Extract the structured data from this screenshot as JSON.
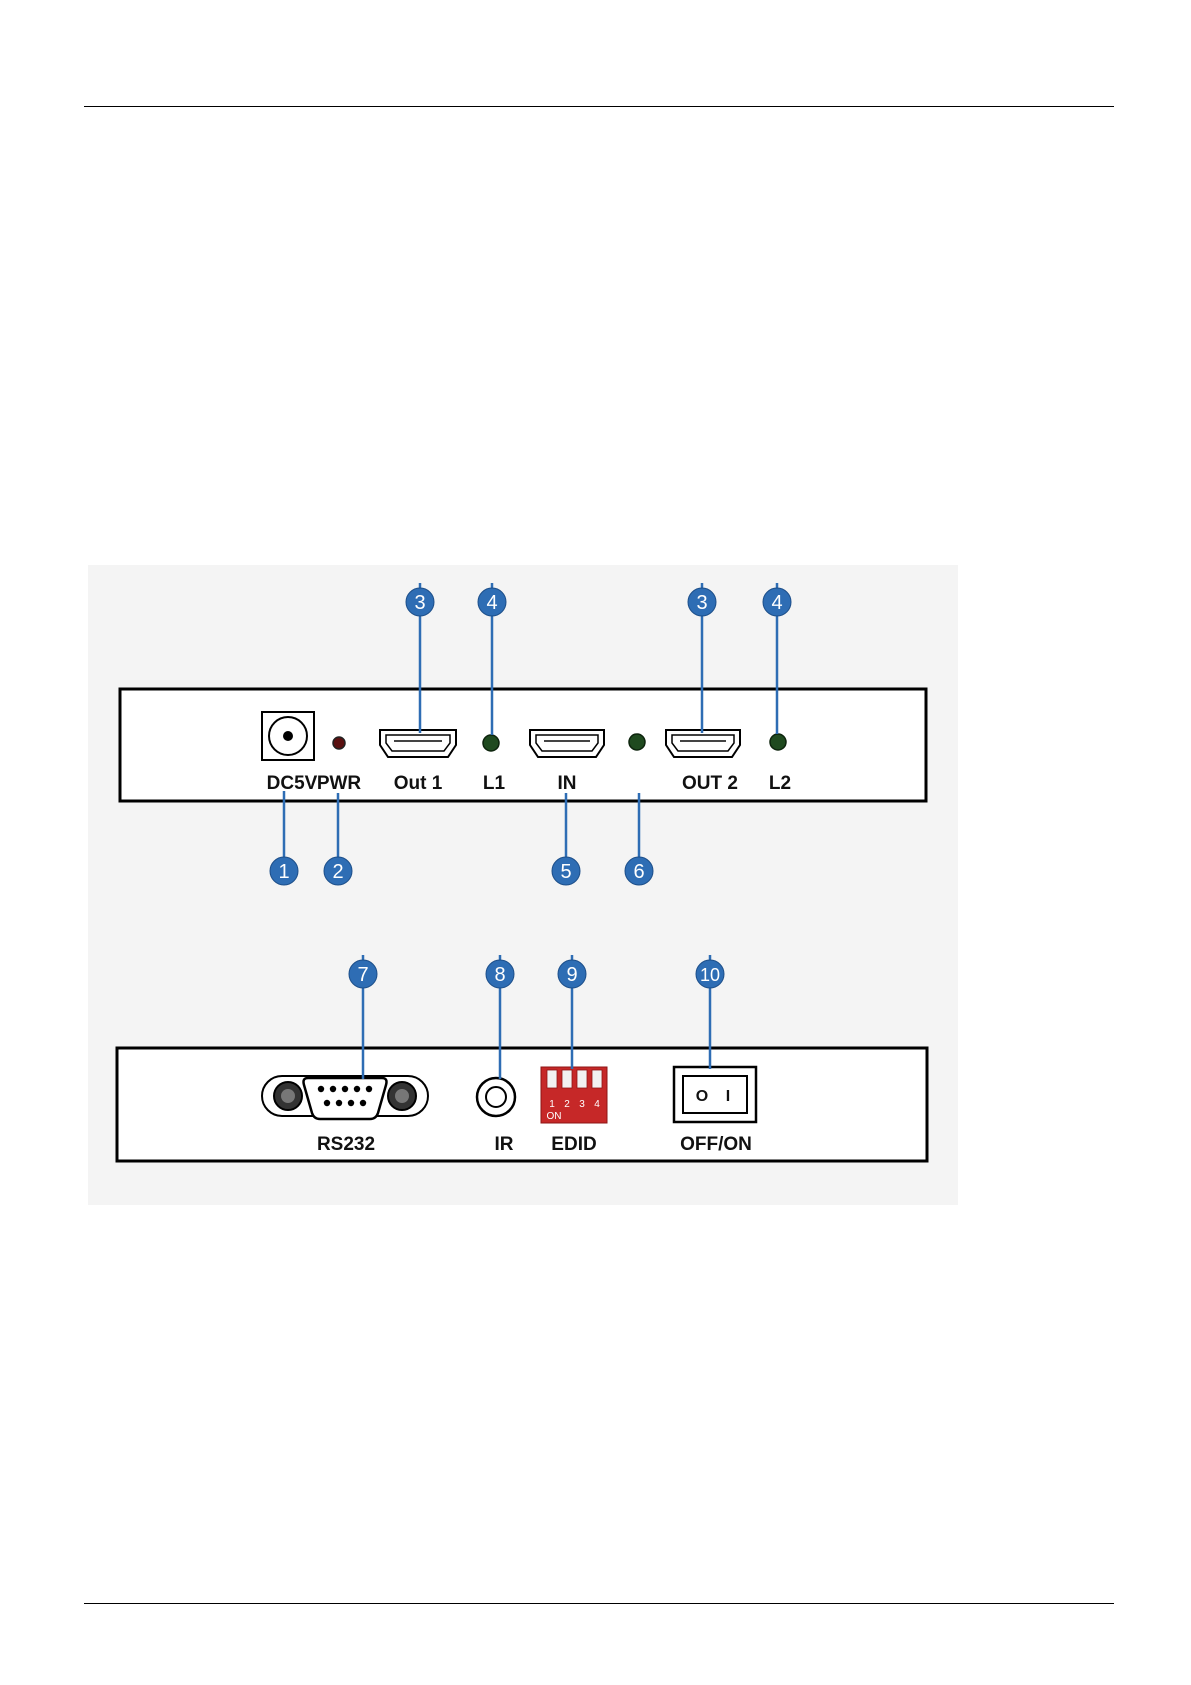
{
  "front_panel": {
    "labels": {
      "dc5v": "DC5V",
      "pwr": "PWR",
      "out1": "Out 1",
      "l1": "L1",
      "in": "IN",
      "out2": "OUT 2",
      "l2": "L2"
    },
    "callouts": [
      "3",
      "4",
      "3",
      "4",
      "1",
      "2",
      "5",
      "6"
    ]
  },
  "rear_panel": {
    "labels": {
      "rs232": "RS232",
      "ir": "IR",
      "edid": "EDID",
      "offon": "OFF/ON"
    },
    "dip_switch": {
      "numbers": [
        "1",
        "2",
        "3",
        "4"
      ],
      "on_label": "ON"
    },
    "rocker": {
      "off_symbol": "O",
      "on_symbol": "I"
    },
    "callouts": [
      "7",
      "8",
      "9",
      "10"
    ]
  },
  "colors": {
    "callout": "#2e6db4",
    "led": "#1f4a1f",
    "pwr_led": "#5a1010",
    "dip": "#c62828",
    "figure_bg": "#f3f3f3"
  }
}
